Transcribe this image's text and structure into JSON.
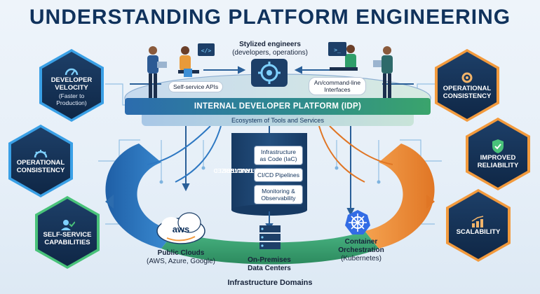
{
  "title": "UNDERSTANDING PLATFORM ENGINEERING",
  "engineers_caption": {
    "line1": "Stylized engineers",
    "line2": "(developers, operations)"
  },
  "apis": {
    "left": "Self-service APIs",
    "right_line1": "An/command-line",
    "right_line2": "Interfaces"
  },
  "idp": {
    "title": "INTERNAL DEVELOPER PLATFORM (IDP)",
    "ecosystem": "Ecosystem of Tools and Services"
  },
  "core": {
    "vertical_label_line1": "STANDARDIZED",
    "vertical_label_line2": "INFRASTRUCTURE",
    "items": [
      {
        "line1": "Infrastructure",
        "line2": "as Code (IaC)"
      },
      {
        "line1": "CI/CD Pipelines",
        "line2": ""
      },
      {
        "line1": "Monitoring &",
        "line2": "Observability"
      }
    ]
  },
  "left_benefits": [
    {
      "title": "DEVELOPER",
      "title2": "VELOCITY",
      "sub1": "(Faster to",
      "sub2": "Production)",
      "icon": "speedometer-icon"
    },
    {
      "title": "OPERATIONAL",
      "title2": "CONSISTENCY",
      "sub1": "",
      "sub2": "",
      "icon": "gauge-icon"
    },
    {
      "title": "SELF-SERVICE",
      "title2": "CAPABILITIES",
      "sub1": "",
      "sub2": "",
      "icon": "user-check-icon"
    }
  ],
  "right_benefits": [
    {
      "title": "OPERATIONAL",
      "title2": "CONSISTENCY",
      "icon": "gear-icon"
    },
    {
      "title": "IMPROVED",
      "title2": "RELIABILITY",
      "icon": "shield-check-icon"
    },
    {
      "title": "SCALABILITY",
      "title2": "",
      "icon": "growth-chart-icon"
    }
  ],
  "domains": {
    "public_clouds": {
      "logo": "aws",
      "line1": "Public Clouds",
      "line2": "(AWS, Azure, Google)"
    },
    "on_premises": {
      "line1": "On-Premises",
      "line2": "Data Centers"
    },
    "containers": {
      "line1": "Container",
      "line2": "Orchestration",
      "line3": "(Kubernetes)"
    },
    "footer": "Infrastructure Domains"
  },
  "colors": {
    "navy": "#10325c",
    "blue_ring": "#2e78c2",
    "green_ring": "#2f9e6a",
    "orange_ring": "#ec8a35",
    "hex_blue_glow": "#3aa0e6",
    "hex_green_glow": "#49c27a",
    "hex_orange_glow": "#f29a3d"
  }
}
